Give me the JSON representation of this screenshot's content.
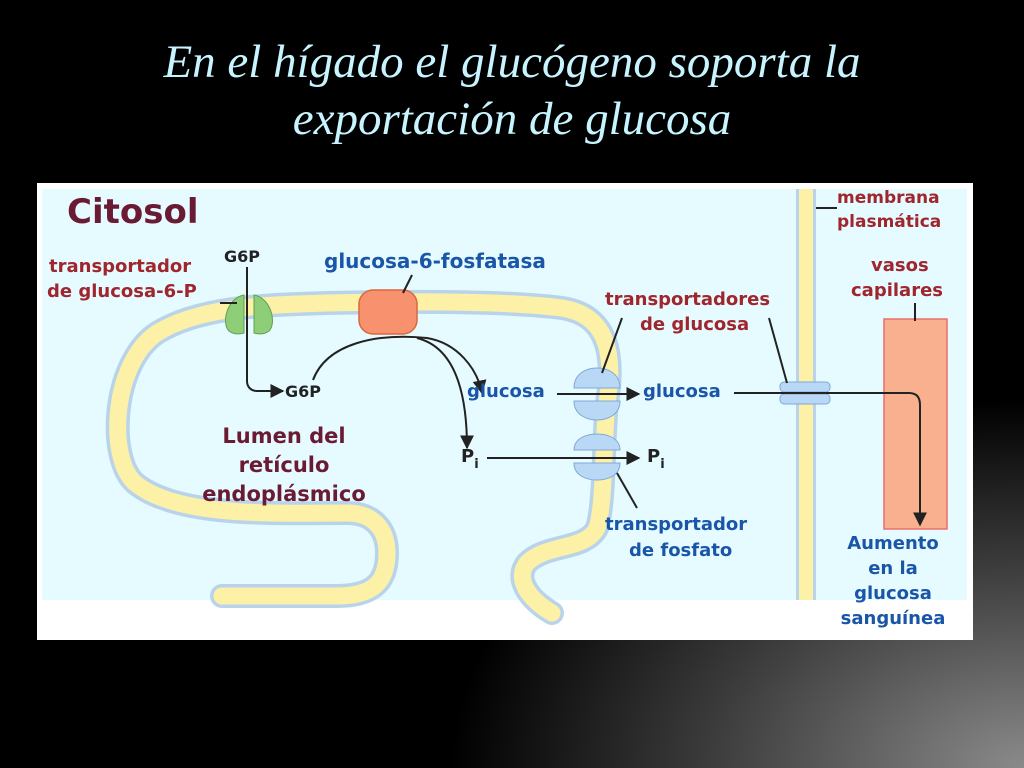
{
  "title": {
    "line1": "En el hígado el glucógeno soporta la",
    "line2": "exportación de glucosa"
  },
  "diagram": {
    "cytosol": "Citosol",
    "g6p_transporter": {
      "line1": "transportador",
      "line2": "de glucosa-6-P"
    },
    "g6p_top": "G6P",
    "g6p_lumen": "G6P",
    "enzyme": "glucosa-6-fosfatasa",
    "glucose_transporters": {
      "line1": "transportadores",
      "line2": "de glucosa"
    },
    "plasma_membrane": {
      "line1": "membrana",
      "line2": "plasmática"
    },
    "capillaries": {
      "line1": "vasos",
      "line2": "capilares"
    },
    "glucose_lumen": "glucosa",
    "glucose_cytosol": "glucosa",
    "pi_lumen": {
      "main": "P",
      "sub": "i"
    },
    "pi_cytosol": {
      "main": "P",
      "sub": "i"
    },
    "lumen": {
      "line1": "Lumen del",
      "line2": "retículo",
      "line3": "endoplásmico"
    },
    "phosphate_transporter": {
      "line1": "transportador",
      "line2": "de fosfato"
    },
    "blood_glucose": {
      "line1": "Aumento",
      "line2": "en la",
      "line3": "glucosa",
      "line4": "sanguínea"
    },
    "colors": {
      "cytosol_bg": "#e6fbff",
      "membrane": "#fdf1a8",
      "membrane_edge": "#b9d4ea",
      "enzyme": "#f7916e",
      "g6p_transporter": "#8fce78",
      "transporter": "#b9d8f5",
      "capillary": "#f9b08f"
    }
  }
}
